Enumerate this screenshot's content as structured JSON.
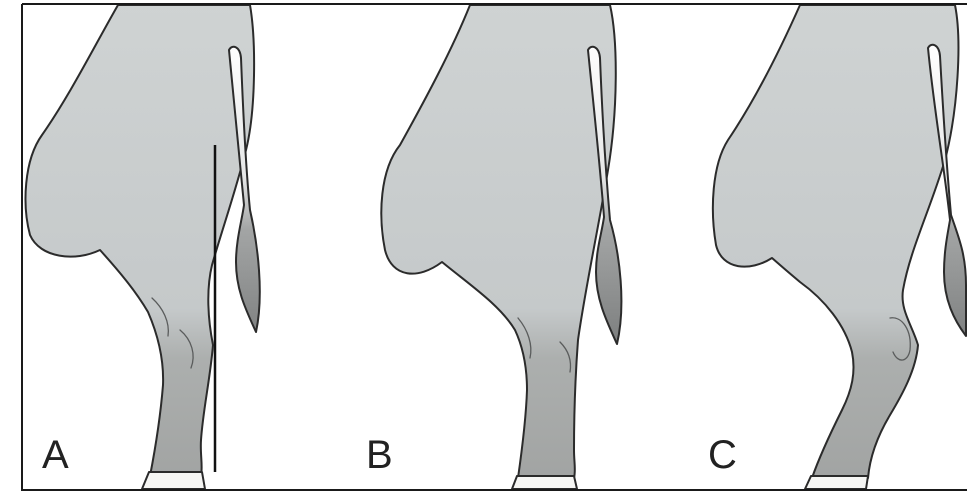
{
  "figure": {
    "panels": [
      {
        "id": "a",
        "label": "A"
      },
      {
        "id": "b",
        "label": "B"
      },
      {
        "id": "c",
        "label": "C"
      }
    ]
  },
  "colors": {
    "outline": "#2b2b2b",
    "body_upper": "#cfd3d3",
    "body_mid": "#c5c9ca",
    "lower_leg": "#acafae",
    "lower_leg_dark": "#a0a2a1",
    "tail_top": "#ffffff",
    "tail_switch": "#7d7f7f",
    "hoof": "#f6f6f4",
    "plumb_line": "#111111",
    "frame": "#1a1a1a"
  }
}
